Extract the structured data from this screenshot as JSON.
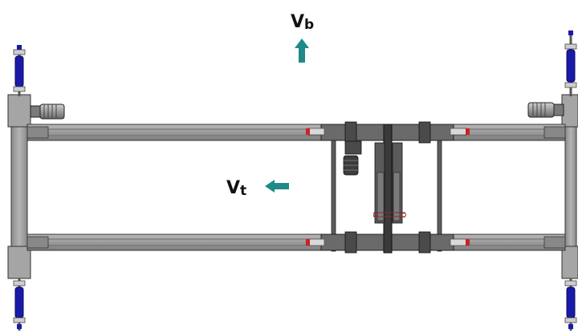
{
  "labels": {
    "bridge_velocity": {
      "main": "V",
      "sub": "b"
    },
    "trolley_velocity": {
      "main": "V",
      "sub": "t"
    }
  },
  "colors": {
    "background": "#ffffff",
    "beam_fill": "#9a9a9a",
    "beam_edge": "#333333",
    "trolley_fill": "#5c5c5c",
    "arrow": "#1f8a87",
    "wheel_blue": "#1a1aa8",
    "bumper_red": "#d02020"
  },
  "arrows": {
    "bridge_direction": "up",
    "trolley_direction": "left"
  }
}
